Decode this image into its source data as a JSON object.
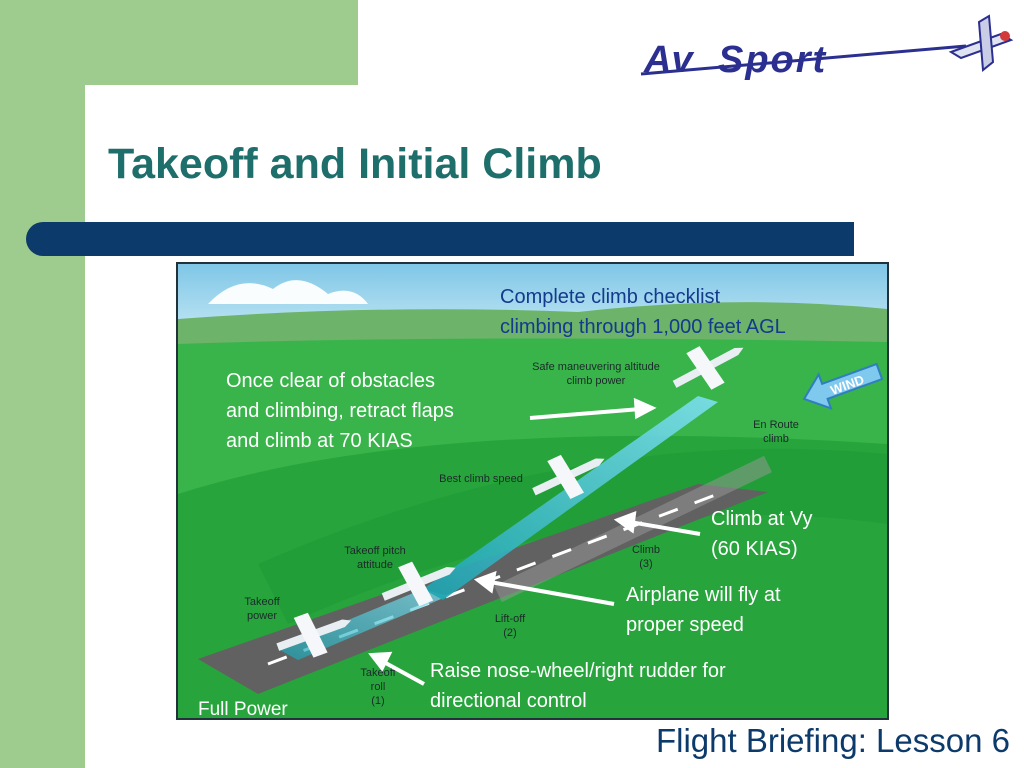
{
  "slide": {
    "title": "Takeoff and Initial Climb",
    "footer": "Flight Briefing: Lesson 6"
  },
  "logo": {
    "text_av": "Av",
    "text_sport": "Sport"
  },
  "colors": {
    "green": "#9ecb8e",
    "title": "#1e6e6b",
    "bar": "#0c3a6b",
    "annotation_text": "#ffffff",
    "dark_text": "#143a8c"
  },
  "annotations": {
    "checklist": [
      "Complete climb checklist",
      "climbing through 1,000 feet AGL"
    ],
    "obstacles": [
      "Once clear of obstacles",
      "and climbing, retract flaps",
      "and climb at 70 KIAS"
    ],
    "vy": [
      "Climb at Vy",
      "(60 KIAS)"
    ],
    "fly": [
      "Airplane will fly at",
      "proper speed"
    ],
    "rudder": [
      "Raise nose-wheel/right rudder for",
      "directional control"
    ],
    "full_power": "Full Power"
  },
  "diagram_labels": {
    "safe": [
      "Safe maneuvering altitude",
      "climb power"
    ],
    "enroute": [
      "En Route",
      "climb"
    ],
    "best_climb": "Best climb speed",
    "pitch": [
      "Takeoff pitch",
      "attitude"
    ],
    "climb": [
      "Climb",
      "(3)"
    ],
    "takeoff_power": [
      "Takeoff",
      "power"
    ],
    "liftoff": [
      "Lift-off",
      "(2)"
    ],
    "roll": [
      "Takeoff",
      "roll",
      "(1)"
    ],
    "wind": "WIND"
  }
}
